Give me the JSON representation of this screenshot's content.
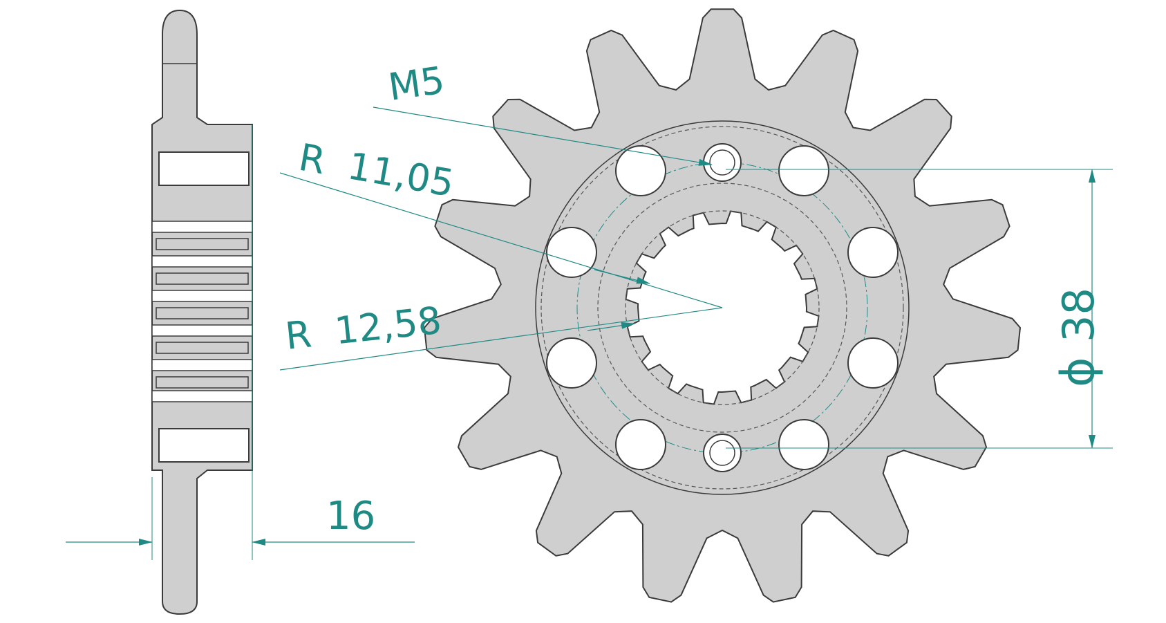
{
  "labels": {
    "thread": "M5",
    "inner_radius": "R  11,05",
    "outer_radius": "R  12,58",
    "width": "16",
    "diameter_symbol": "ϕ",
    "diameter_value": "38"
  },
  "colors": {
    "part_fill": "#cfcfcf",
    "part_stroke": "#3a3a3a",
    "dimension": "#1f8a84",
    "hidden_line": "#555555"
  },
  "sprocket": {
    "tooth_count": 15,
    "spline_count": 16,
    "bolt_holes_large": 8,
    "bolt_holes_small": 2
  }
}
